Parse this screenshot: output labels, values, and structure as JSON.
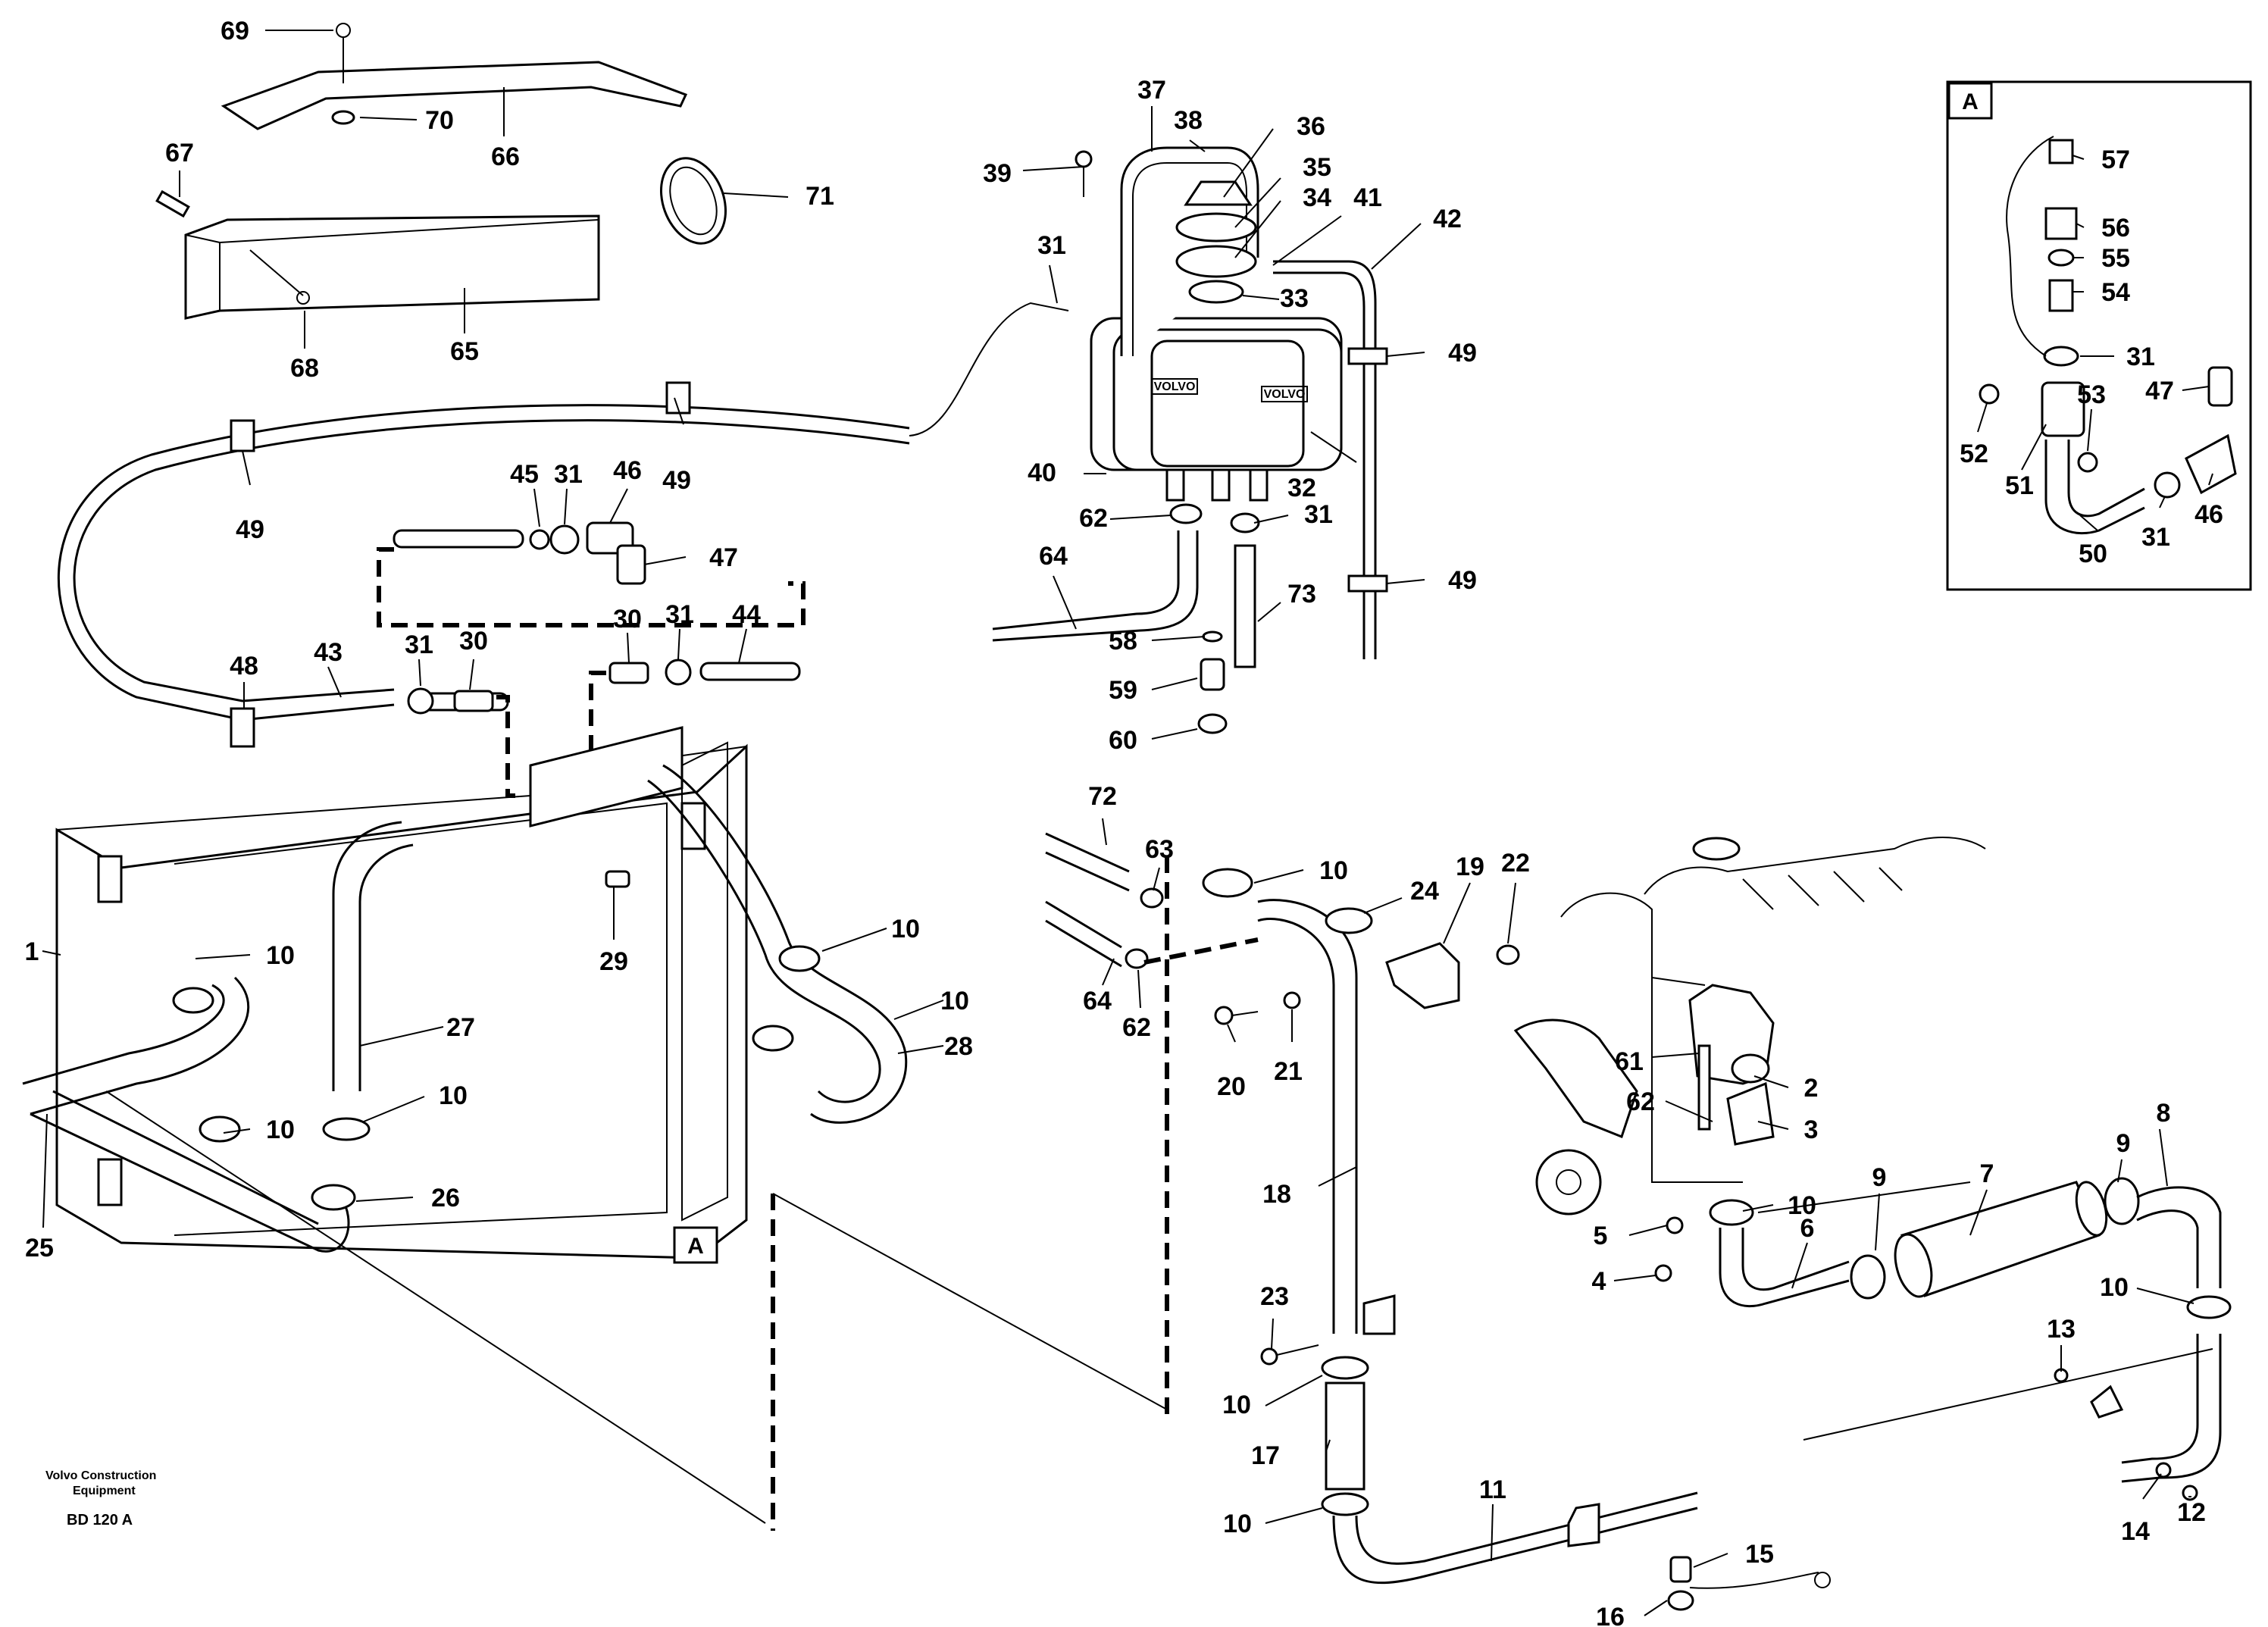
{
  "callouts": [
    {
      "id": "c69",
      "text": "69"
    },
    {
      "id": "c70",
      "text": "70"
    },
    {
      "id": "c66",
      "text": "66"
    },
    {
      "id": "c67",
      "text": "67"
    },
    {
      "id": "c65",
      "text": "65"
    },
    {
      "id": "c68",
      "text": "68"
    },
    {
      "id": "c71",
      "text": "71"
    },
    {
      "id": "c37",
      "text": "37"
    },
    {
      "id": "c38",
      "text": "38"
    },
    {
      "id": "c36",
      "text": "36"
    },
    {
      "id": "c39",
      "text": "39"
    },
    {
      "id": "c35",
      "text": "35"
    },
    {
      "id": "c34",
      "text": "34"
    },
    {
      "id": "c41",
      "text": "41"
    },
    {
      "id": "c42",
      "text": "42"
    },
    {
      "id": "c33",
      "text": "33"
    },
    {
      "id": "c31a",
      "text": "31"
    },
    {
      "id": "c49a",
      "text": "49"
    },
    {
      "id": "c49b",
      "text": "49"
    },
    {
      "id": "c49c",
      "text": "49"
    },
    {
      "id": "c49d",
      "text": "49"
    },
    {
      "id": "c40",
      "text": "40"
    },
    {
      "id": "c32",
      "text": "32"
    },
    {
      "id": "c62a",
      "text": "62"
    },
    {
      "id": "c31b",
      "text": "31"
    },
    {
      "id": "c64a",
      "text": "64"
    },
    {
      "id": "c73",
      "text": "73"
    },
    {
      "id": "c58",
      "text": "58"
    },
    {
      "id": "c59",
      "text": "59"
    },
    {
      "id": "c60",
      "text": "60"
    },
    {
      "id": "c45",
      "text": "45"
    },
    {
      "id": "c31c",
      "text": "31"
    },
    {
      "id": "c46a",
      "text": "46"
    },
    {
      "id": "c47a",
      "text": "47"
    },
    {
      "id": "c48",
      "text": "48"
    },
    {
      "id": "c43",
      "text": "43"
    },
    {
      "id": "c31d",
      "text": "31"
    },
    {
      "id": "c30a",
      "text": "30"
    },
    {
      "id": "c30b",
      "text": "30"
    },
    {
      "id": "c31e",
      "text": "31"
    },
    {
      "id": "c44",
      "text": "44"
    },
    {
      "id": "c1",
      "text": "1"
    },
    {
      "id": "c10a",
      "text": "10"
    },
    {
      "id": "c29",
      "text": "29"
    },
    {
      "id": "c10b",
      "text": "10"
    },
    {
      "id": "c10c",
      "text": "10"
    },
    {
      "id": "c28",
      "text": "28"
    },
    {
      "id": "c27",
      "text": "27"
    },
    {
      "id": "c10d",
      "text": "10"
    },
    {
      "id": "c10e",
      "text": "10"
    },
    {
      "id": "c25",
      "text": "25"
    },
    {
      "id": "c26",
      "text": "26"
    },
    {
      "id": "c72",
      "text": "72"
    },
    {
      "id": "c63",
      "text": "63"
    },
    {
      "id": "c10f",
      "text": "10"
    },
    {
      "id": "c24",
      "text": "24"
    },
    {
      "id": "c19",
      "text": "19"
    },
    {
      "id": "c22",
      "text": "22"
    },
    {
      "id": "c64b",
      "text": "64"
    },
    {
      "id": "c62b",
      "text": "62"
    },
    {
      "id": "c20",
      "text": "20"
    },
    {
      "id": "c21",
      "text": "21"
    },
    {
      "id": "c18",
      "text": "18"
    },
    {
      "id": "c23",
      "text": "23"
    },
    {
      "id": "c10g",
      "text": "10"
    },
    {
      "id": "c17",
      "text": "17"
    },
    {
      "id": "c10h",
      "text": "10"
    },
    {
      "id": "c11",
      "text": "11"
    },
    {
      "id": "c15",
      "text": "15"
    },
    {
      "id": "c16",
      "text": "16"
    },
    {
      "id": "c61",
      "text": "61"
    },
    {
      "id": "c62c",
      "text": "62"
    },
    {
      "id": "c2",
      "text": "2"
    },
    {
      "id": "c3",
      "text": "3"
    },
    {
      "id": "c10i",
      "text": "10"
    },
    {
      "id": "c5",
      "text": "5"
    },
    {
      "id": "c4",
      "text": "4"
    },
    {
      "id": "c6",
      "text": "6"
    },
    {
      "id": "c7",
      "text": "7"
    },
    {
      "id": "c9a",
      "text": "9"
    },
    {
      "id": "c9b",
      "text": "9"
    },
    {
      "id": "c8",
      "text": "8"
    },
    {
      "id": "c10j",
      "text": "10"
    },
    {
      "id": "c13",
      "text": "13"
    },
    {
      "id": "c14",
      "text": "14"
    },
    {
      "id": "c12",
      "text": "12"
    },
    {
      "id": "c57",
      "text": "57"
    },
    {
      "id": "c56",
      "text": "56"
    },
    {
      "id": "c55",
      "text": "55"
    },
    {
      "id": "c54",
      "text": "54"
    },
    {
      "id": "c31f",
      "text": "31"
    },
    {
      "id": "c47b",
      "text": "47"
    },
    {
      "id": "c53",
      "text": "53"
    },
    {
      "id": "c52",
      "text": "52"
    },
    {
      "id": "c51",
      "text": "51"
    },
    {
      "id": "c46b",
      "text": "46"
    },
    {
      "id": "c50",
      "text": "50"
    },
    {
      "id": "c31g",
      "text": "31"
    }
  ],
  "detail_ref": {
    "main": "A",
    "inset": "A"
  },
  "tank_labels": {
    "a": "VOLVO",
    "b": "VOLVO"
  },
  "footer": {
    "line1": "Volvo Construction",
    "line2": "Equipment",
    "ref": "BD 120 A"
  }
}
